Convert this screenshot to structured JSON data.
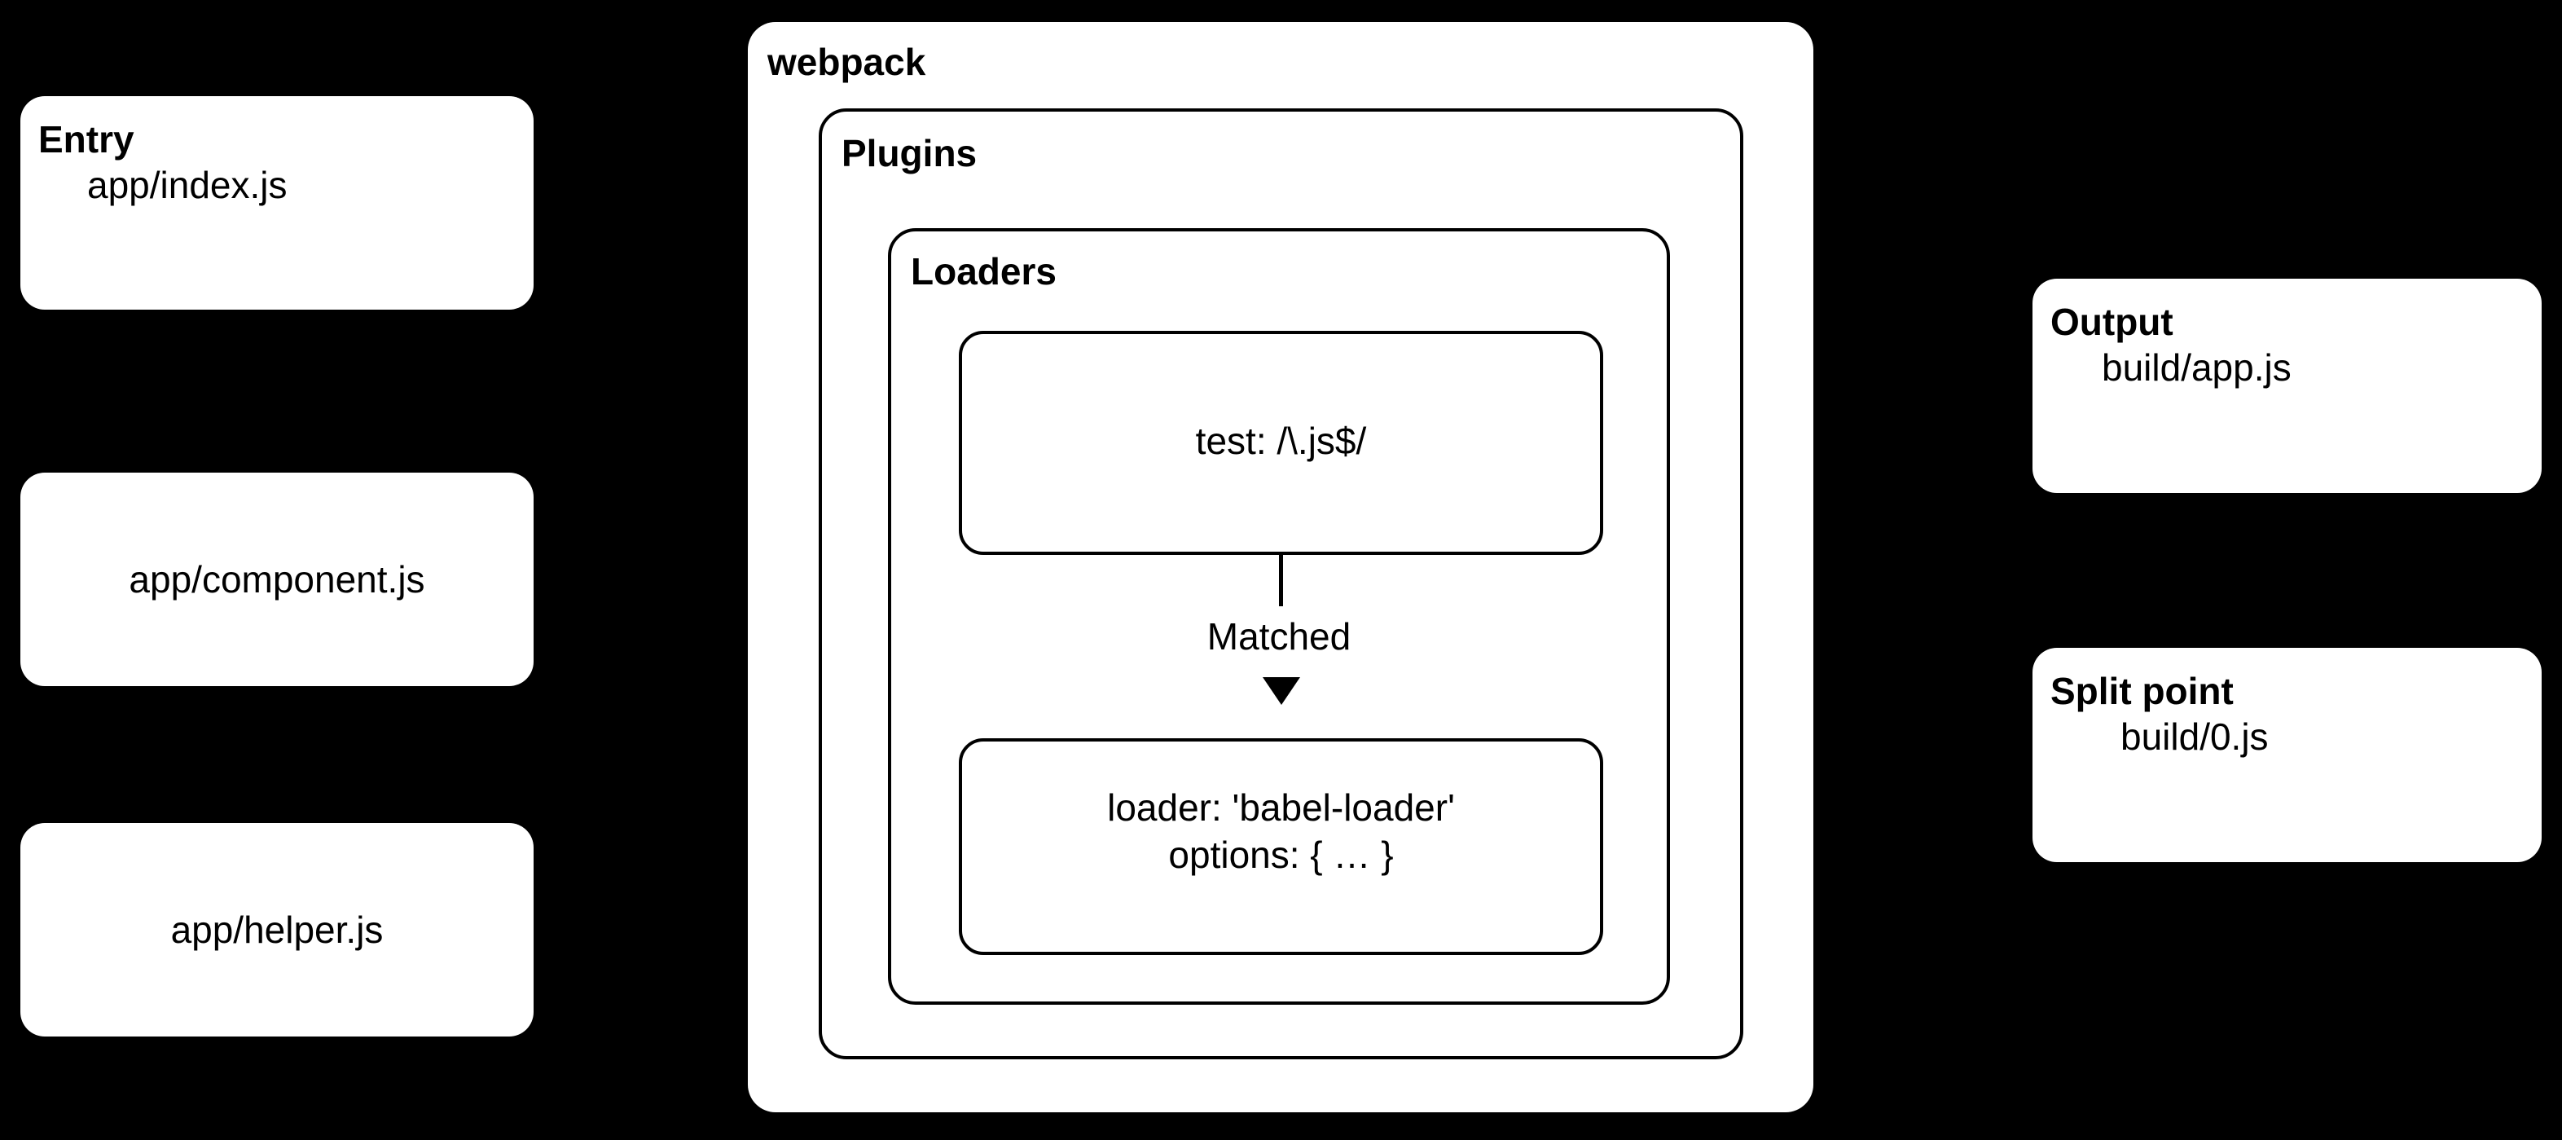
{
  "diagram": {
    "background_color": "#000000",
    "box_fill_color": "#ffffff",
    "stroke_color": "#000000",
    "left_column": [
      {
        "title": "Entry",
        "subtitle": "app/index.js"
      },
      {
        "title": "",
        "subtitle": "app/component.js"
      },
      {
        "title": "",
        "subtitle": "app/helper.js"
      }
    ],
    "center": {
      "webpack_label": "webpack",
      "plugins_label": "Plugins",
      "loaders_label": "Loaders",
      "test_rule": "test: /\\.js$/",
      "arrow_label": "Matched",
      "loader_line_1": "loader: 'babel-loader'",
      "loader_line_2": "options: { … }"
    },
    "right_column": [
      {
        "title": "Output",
        "subtitle": "build/app.js"
      },
      {
        "title": "Split point",
        "subtitle": "build/0.js"
      }
    ]
  }
}
